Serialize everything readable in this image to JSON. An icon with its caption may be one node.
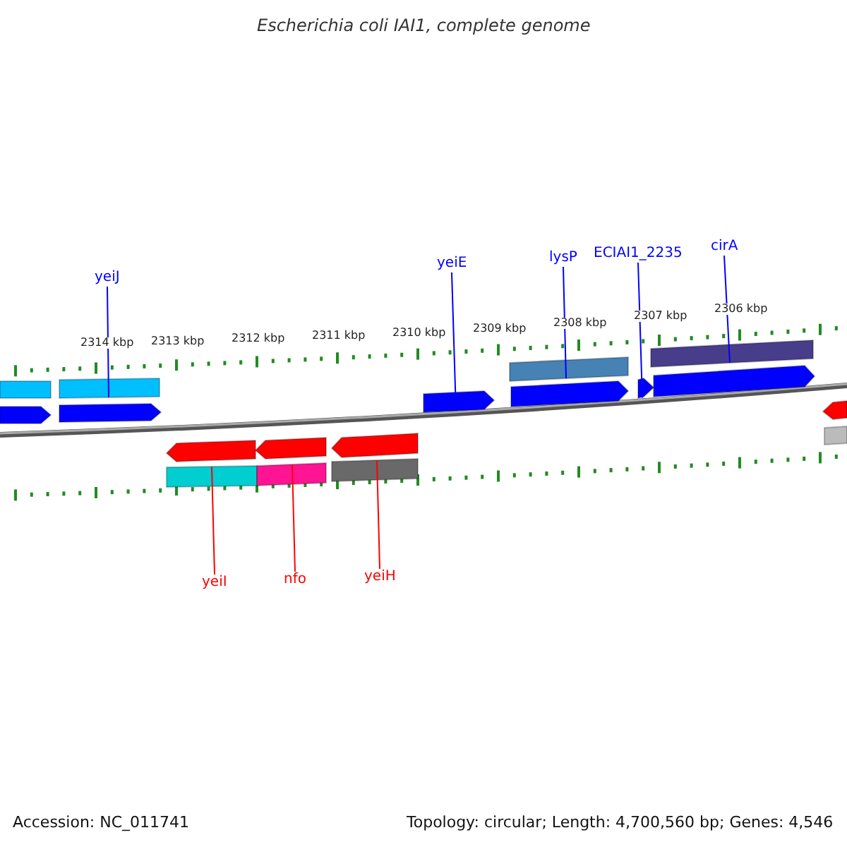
{
  "diagram": {
    "title": "Escherichia coli IAI1, complete genome",
    "nodes": [
      {
        "text": [
          "yeiJ"
        ]
      },
      {
        "text": [
          "yeiE"
        ]
      },
      {
        "text": [
          "lysP"
        ]
      },
      {
        "text": [
          "ECIAI1_2235"
        ]
      },
      {
        "text": [
          "cirA"
        ]
      },
      {
        "text": [
          "yeiI"
        ]
      },
      {
        "text": [
          "nfo"
        ]
      },
      {
        "text": [
          "yeiH"
        ]
      },
      {
        "text": [],
        "shape": "box"
      },
      {
        "text": [],
        "shape": "box"
      },
      {
        "text": [],
        "shape": "box"
      },
      {
        "text": [],
        "shape": "box"
      },
      {
        "text": [],
        "shape": "pentagon"
      },
      {
        "text": [],
        "shape": "pentagon"
      },
      {
        "text": [],
        "shape": "pentagon"
      },
      {
        "text": [],
        "shape": "pentagon"
      },
      {
        "text": [],
        "shape": "pentagon"
      },
      {
        "text": [],
        "shape": "pentagon"
      },
      {
        "text": [],
        "shape": "pentagon"
      },
      {
        "text": [],
        "shape": "box"
      },
      {
        "text": [],
        "shape": "pentagon"
      },
      {
        "text": [],
        "shape": "pentagon"
      },
      {
        "text": [],
        "shape": "pentagon"
      },
      {
        "text": [],
        "shape": "box"
      },
      {
        "text": [],
        "shape": "box"
      },
      {
        "text": [],
        "shape": "box"
      }
    ],
    "edges": [
      {
        "from": 0,
        "to": 9,
        "arrow": "none",
        "color": "#0000ff"
      },
      {
        "from": 1,
        "to": 14,
        "arrow": "none",
        "color": "#0000ff"
      },
      {
        "from": 2,
        "to": 10,
        "arrow": "none",
        "color": "#0000ff"
      },
      {
        "from": 3,
        "to": 16,
        "arrow": "none",
        "color": "#0000ff"
      },
      {
        "from": 4,
        "to": 11,
        "arrow": "none",
        "color": "#0000ff"
      },
      {
        "from": 5,
        "to": 23,
        "arrow": "none",
        "color": "#ff0000"
      },
      {
        "from": 6,
        "to": 24,
        "arrow": "none",
        "color": "#ff0000"
      },
      {
        "from": 7,
        "to": 25,
        "arrow": "none",
        "color": "#ff0000"
      }
    ],
    "labels": [
      "2314 kbp",
      "2313 kbp",
      "2312 kbp",
      "2311 kbp",
      "2310 kbp",
      "2309 kbp",
      "2308 kbp",
      "2307 kbp",
      "2306 kbp",
      "Accession: NC_011741",
      "Topology: circular; Length: 4,700,560 bp; Genes: 4,546"
    ]
  }
}
